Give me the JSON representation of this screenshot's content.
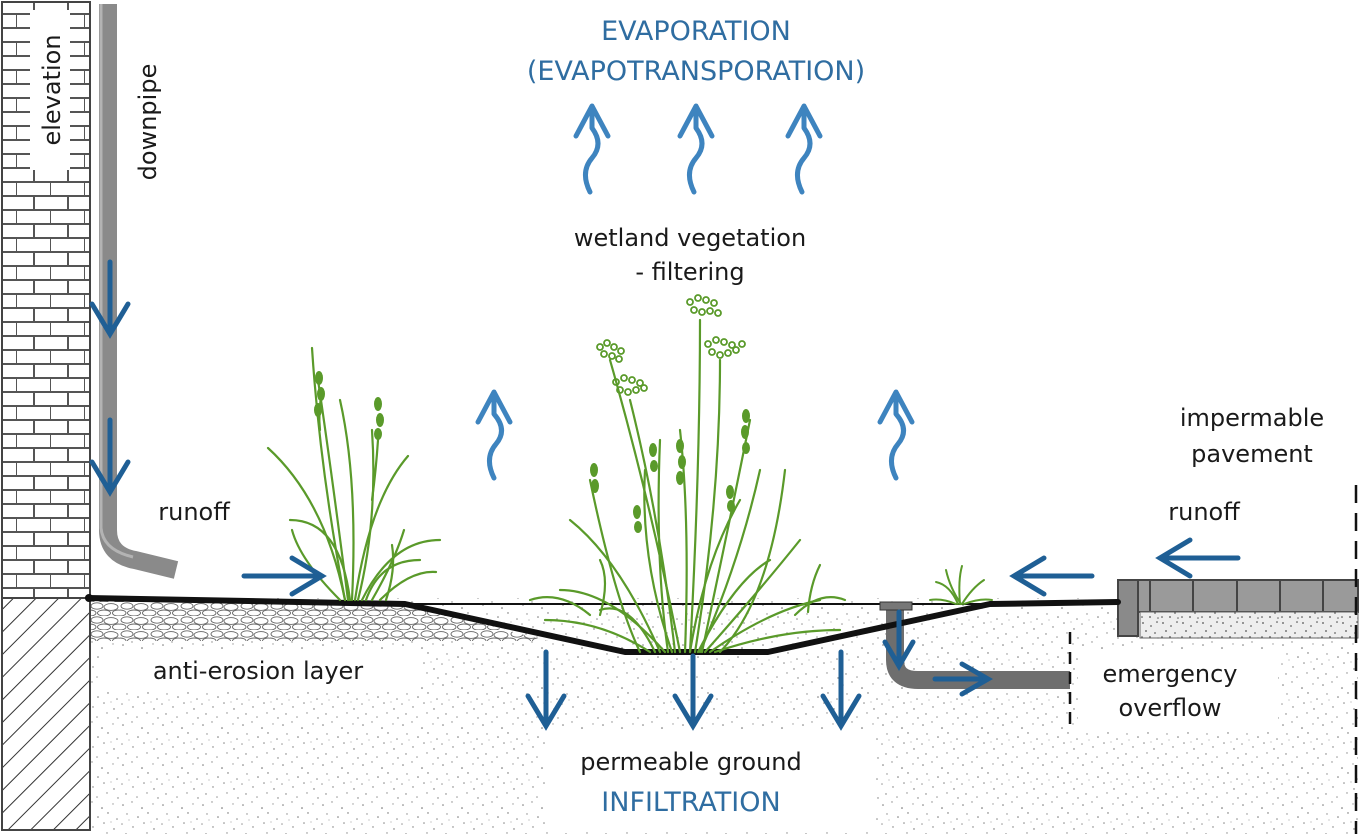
{
  "labels": {
    "elevation": "elevation",
    "downpipe": "downpipe",
    "evaporation_line1": "EVAPORATION",
    "evaporation_line2": "(EVAPOTRANSPORATION)",
    "vegetation_line1": "wetland vegetation",
    "vegetation_line2": "- filtering",
    "impermeable_line1": "impermable",
    "impermeable_line2": "pavement",
    "runoff_left": "runoff",
    "runoff_right": "runoff",
    "anti_erosion": "anti-erosion layer",
    "emergency_line1": "emergency",
    "emergency_line2": "overflow",
    "permeable_ground": "permeable ground",
    "infiltration": "INFILTRATION"
  },
  "colors": {
    "flow_arrow": "#1f5f95",
    "evaporation_arrow": "#3e84bf",
    "evaporation_text": "#2f6da1",
    "vegetation": "#5a9a2a",
    "pipe": "#7a7a7a",
    "ground_line": "#111111"
  }
}
